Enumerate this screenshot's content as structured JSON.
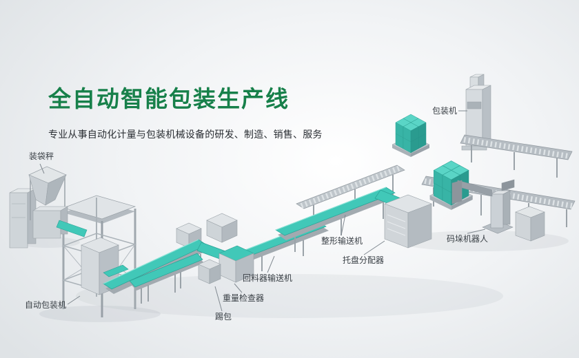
{
  "page": {
    "title": "全自动智能包装生产线",
    "subtitle": "专业从事自动化计量与包装机械设备的研发、制造、销售、服务"
  },
  "colors": {
    "accent_green": "#17804a",
    "belt_teal": "#41c8b8",
    "machine_gray": "#cfd5d9"
  },
  "labels": [
    {
      "id": "bagging-scale",
      "text": "装袋秤"
    },
    {
      "id": "packing-machine",
      "text": "包装机"
    },
    {
      "id": "auto-packing-machine",
      "text": "自动包装机"
    },
    {
      "id": "bag-kicker",
      "text": "踢包"
    },
    {
      "id": "weight-checker",
      "text": "重量检查器"
    },
    {
      "id": "return-feeder-conveyor",
      "text": "回料器输送机"
    },
    {
      "id": "shaping-conveyor",
      "text": "整形输送机"
    },
    {
      "id": "pallet-dispenser",
      "text": "托盘分配器"
    },
    {
      "id": "palletizing-robot",
      "text": "码垛机器人"
    }
  ]
}
